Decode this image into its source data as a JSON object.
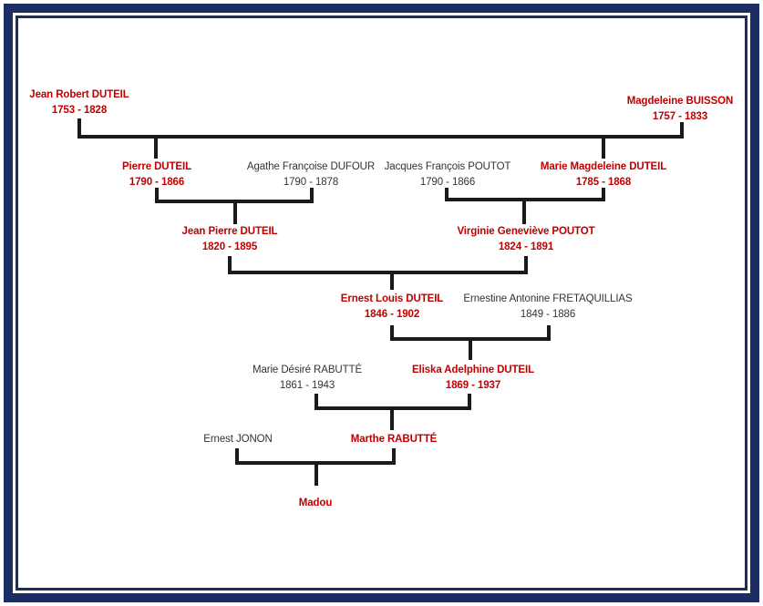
{
  "diagram": {
    "type": "family-tree",
    "title": "",
    "people": [
      {
        "id": "jean-robert-duteil",
        "name": "Jean Robert DUTEIL",
        "dates": "1753 - 1828",
        "emphasis": "red",
        "generation": 1
      },
      {
        "id": "magdeleine-buisson",
        "name": "Magdeleine BUISSON",
        "dates": "1757 - 1833",
        "emphasis": "red",
        "generation": 1
      },
      {
        "id": "pierre-duteil",
        "name": "Pierre DUTEIL",
        "dates": "1790 - 1866",
        "emphasis": "red",
        "generation": 2
      },
      {
        "id": "agathe-francoise-dufour",
        "name": "Agathe Françoise DUFOUR",
        "dates": "1790 - 1878",
        "emphasis": "black",
        "generation": 2
      },
      {
        "id": "jacques-francois-poutot",
        "name": "Jacques François POUTOT",
        "dates": "1790 - 1866",
        "emphasis": "black",
        "generation": 2
      },
      {
        "id": "marie-magdeleine-duteil",
        "name": "Marie Magdeleine DUTEIL",
        "dates": "1785 - 1868",
        "emphasis": "red",
        "generation": 2
      },
      {
        "id": "jean-pierre-duteil",
        "name": "Jean Pierre DUTEIL",
        "dates": "1820 - 1895",
        "emphasis": "red",
        "generation": 3
      },
      {
        "id": "virginie-genevieve-poutot",
        "name": "Virginie Geneviève POUTOT",
        "dates": "1824 - 1891",
        "emphasis": "red",
        "generation": 3
      },
      {
        "id": "ernest-louis-duteil",
        "name": "Ernest Louis DUTEIL",
        "dates": "1846 - 1902",
        "emphasis": "red",
        "generation": 4
      },
      {
        "id": "ernestine-antonine-fretaquillias",
        "name": "Ernestine Antonine FRETAQUILLIAS",
        "dates": "1849 - 1886",
        "emphasis": "black",
        "generation": 4
      },
      {
        "id": "marie-desire-rabutte",
        "name": "Marie Désiré RABUTTÉ",
        "dates": "1861 - 1943",
        "emphasis": "black",
        "generation": 5
      },
      {
        "id": "eliska-adelphine-duteil",
        "name": "Eliska Adelphine DUTEIL",
        "dates": "1869 - 1937",
        "emphasis": "red",
        "generation": 5
      },
      {
        "id": "ernest-jonon",
        "name": "Ernest JONON",
        "dates": "",
        "emphasis": "black",
        "generation": 6
      },
      {
        "id": "marthe-rabutte",
        "name": "Marthe RABUTTÉ",
        "dates": "",
        "emphasis": "red",
        "generation": 6
      },
      {
        "id": "madou",
        "name": "Madou",
        "dates": "",
        "emphasis": "red",
        "generation": 7
      }
    ]
  },
  "colors": {
    "accent_red": "#c00000",
    "text_black": "#333333",
    "line_color": "#1a1a1a",
    "frame_navy": "#1b2e63",
    "page_bg": "#ffffff"
  }
}
